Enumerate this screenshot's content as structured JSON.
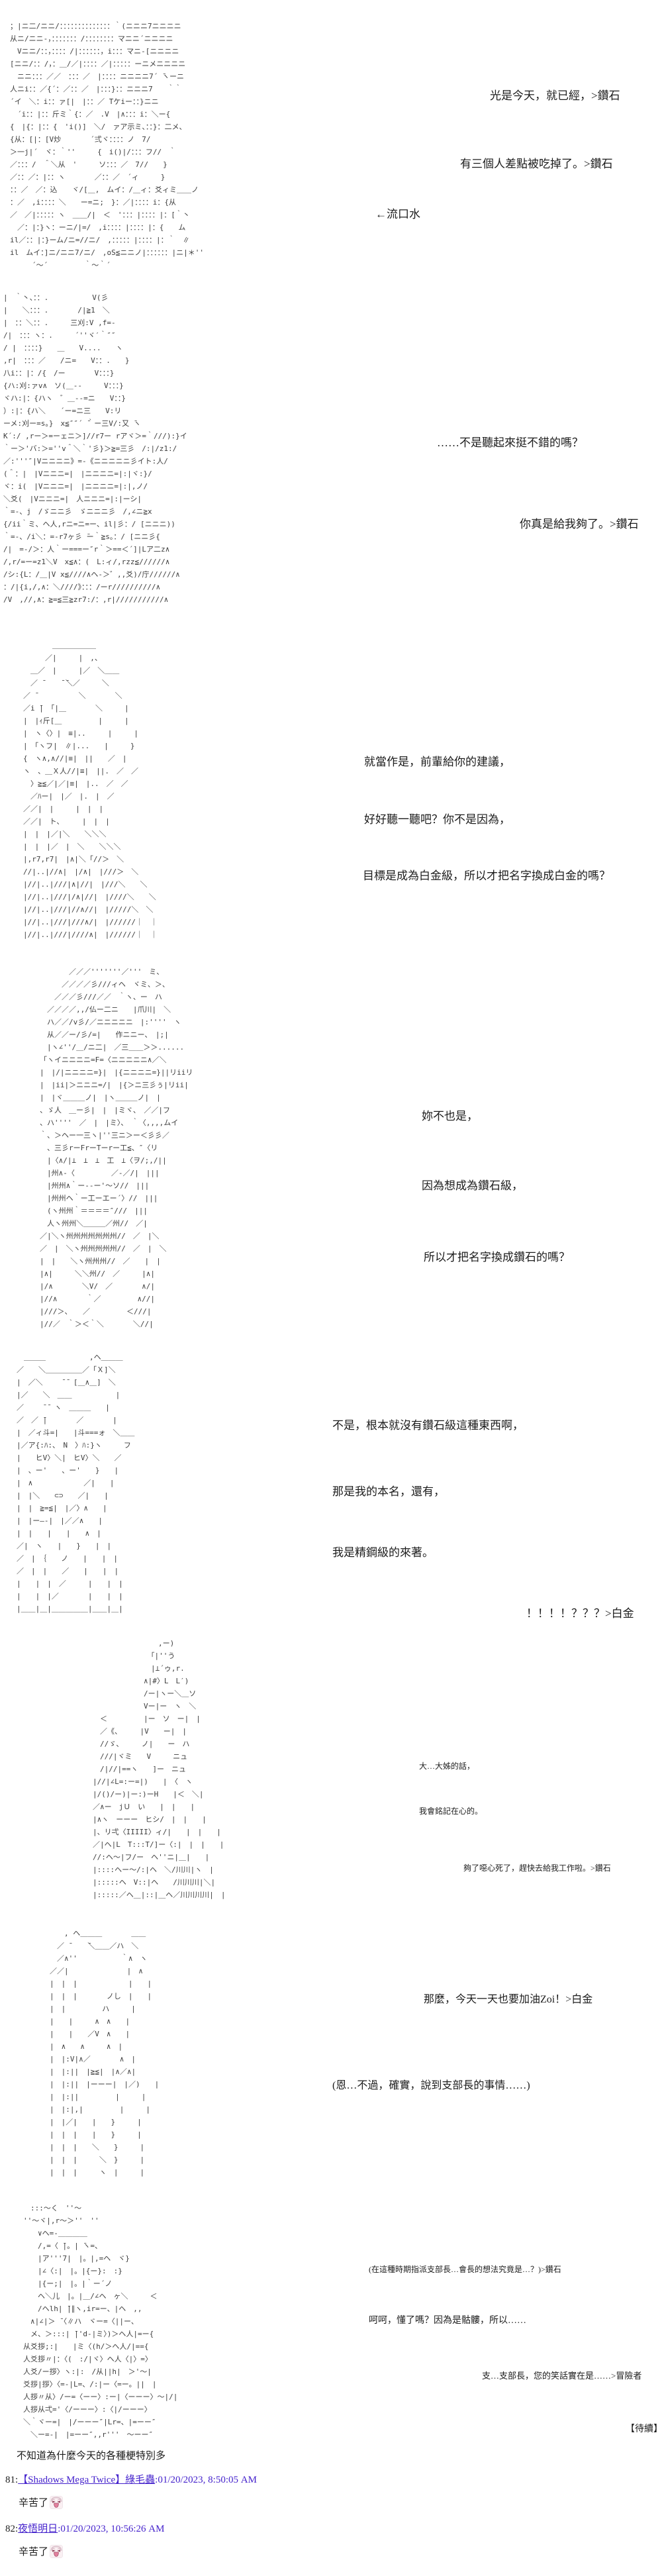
{
  "colors": {
    "text": "#1c1c1c",
    "aa": "#3d3d3d",
    "link": "#4422cc"
  },
  "dialogues": [
    {
      "text": "光是今天，就已經，>鑽石"
    },
    {
      "text": "有三個人差點被吃掉了。>鑽石"
    },
    {
      "text": "←流口水"
    },
    {
      "text": "……不是聽起來挺不錯的嗎？"
    },
    {
      "text": "你真是給我夠了。>鑽石"
    },
    {
      "text": "就當作是，前輩給你的建議，"
    },
    {
      "text": "好好聽一聽吧？你不是因為，"
    },
    {
      "text": "目標是成為白金級，所以才把名字換成白金的嗎？"
    },
    {
      "text": "妳不也是，"
    },
    {
      "text": "因為想成為鑽石級，"
    },
    {
      "text": "所以才把名字換成鑽石的嗎？"
    },
    {
      "text": "不是，根本就沒有鑽石級這種東西啊，"
    },
    {
      "text": "那是我的本名，還有，"
    },
    {
      "text": "我是精鋼級的來著。"
    },
    {
      "text": "！！！！？？？>白金"
    },
    {
      "text": "大…大姊的話，"
    },
    {
      "text": "我會銘記在心的。"
    },
    {
      "text": "夠了噁心死了，趕快去給我工作啦。>鑽石"
    },
    {
      "text": "那麼，今天一天也要加油Zoi！>白金"
    },
    {
      "text": "(恩…不過，確實，說到支部長的事情……)"
    },
    {
      "text": "(在這種時期指派支部長…會長的想法究竟是…？)>鑽石"
    },
    {
      "text": "呵呵，懂了嗎？因為是骷髏，所以……"
    },
    {
      "text": "支…支部長，您的笑話實在是……>冒險者"
    }
  ],
  "footer": {
    "to_be_continued": "【待續】",
    "author_note": "不知道為什麼今天的各種梗特別多"
  },
  "comments": [
    {
      "number": "81:",
      "author": "【Shadows Mega Twice】綠毛蟲",
      "timestamp": ":01/20/2023, 8:50:05 AM",
      "body": "辛苦了",
      "emoji": "crying-face"
    },
    {
      "number": "82:",
      "author": "夜悟明日",
      "timestamp": ":01/20/2023, 10:56:26 AM",
      "body": "辛苦了",
      "emoji": "crying-face"
    }
  ],
  "aa_panels": [
    {
      "alt": "two-adventurers-talking",
      "lines": [
        "；|ニ二/ニニ/：：：：：：：：：：：：：：｀(ニニニ7ニニニニ",
        "从ニ/ニニ-，：：：：：：：/：：：：：：：：マニニ´ニニニニ",
        "　Vニニ/：：，：：：：/|：：：：：：，i：：：マニ-[ニニニニ",
        "[ニニ/：：/，：＿/／|：：：：／|：：：：：ーニメニニニニ",
        "　ニニ：：：／／　：：：／　|：：：：ニニニニ7´ ̄ヽーニ",
        "人ニi：：／{´：／：：／　|：：：}：：ニニニ7　　｀｀",
        "´イ　＼：i：：ァ[|　|：：／ ̄Tケiー：：}ニニ",
        "　´i：：|：：斤ミ｀{：／　.V　|∧：：：i：＼ー{",
        "{　|{：|：：{　'i()]　＼/　ァア示ミ、：：}：二メ、",
        "{从：[|：[V炒　　　　´弍ヾ：：：：ノ　7/",
        "＞一j|´　ヾ：｀''　　　{　i()|/：：：フ//　｀",
        "／：：：/　＾＼从　'　　　ソ：：：／　7//　　}",
        "／：：／：|：：ヽ　　　　／：：／　´ィ　　　}",
        "：：／　／：込　　ヾ/[＿,　ムイ：/＿ィ：爻ィミ＿＿ノ",
        "：／　,i：：：：＼　　ー=ニ;　}：／|：：：：i：{从",
        "／　／|：：：：：ヽ　＿＿/|　＜　'：：：|：：：：|：[｀丶",
        "　／：|：}ヽ：ーニ/|=/　,i：：：：|：：：：|：{　　ム",
        "il／：：|：}ーム/ニ=//ニ/　,：：：：：|：：：：|：｀　∥",
        "il　ムイ：]ニ/ニニ7/ニ/　,oS≦ニニノ|：：：：：：|ニ|＊''",
        "　　　´～´　　　　　｀～｀´"
      ]
    },
    {
      "alt": "close-up-face-scolding",
      "lines": [
        "|　｀丶、：：.　　　　　　V(彡",
        "|　　＼：：：.　　　　/|≧1　＼",
        "|　：：＼：：.　　　三刈:V ,f=-",
        "/|　：：：ヽ：.　　　´''ヾ′｀″″",
        "/ |　：：：：}　　＿　　V....　　ヽ",
        ",r|　：：：／　　/ニ=　　V：：.　　}",
        "八i：：|：/{　/ー　　　　V：：：}",
        "{ハ:刈:ァv∧　ソ(＿-‐　　　V：：：}",
        "ヾハ:|：{ハヽ　゛＿--=ニ　　V：：}",
        "）:|：{ハ＼　　´ー=ニ三　　V:リ",
        "ーメ:刈ー=s。}　x≦″″´ ̄｀ー三V/:又 ̄ヽ",
        "K´:/ ,rー＞=ーェニ＞]//r7ー rアヾ＞=｀///):}イ",
        "｀ー＞'バ:＞=''v＾＼｀'彡}＞≧=三彡　/:|/z1:/",
        "／:'''″|Vニニニニ》=-《ニニニニニ彡イト:人/",
        "(＾：|　|Vニニニ=|　|ニニニニ=|:|ヾ:}/",
        "ヾ：i(　|Vニニニ=|　|ニニニニ=|:|,ノ/",
        "＼爻(　|Vニニニ=|　人ニニニ=|:|ーシ|",
        "｀=-、j　/ゞニニ彡　ゞニニニ彡　/,∠ニ≧x",
        "{/ii｀ミ、ヘ人,rニ=ニ=ー、il|彡：/ [ニニニ))",
        "｀=-、/i＼：=-r7ヶ彡 ̄ー｀≧s。：/ [ニニ彡{",
        "/|　=-/＞：人｀ー===ー″r｀＞==＜´]|Lア二z∧",
        "/,r/=ー=z1＼V　x≦∧：(　L:ィ/,rzz≦//////∧",
        "/シ:{L：/＿|V x≦////∧ヘ-＞゛,,爻)/庁//////∧",
        "：/|{i,/,∧：＼////》：：：/ーr//////////∧",
        "/V　,//,∧：≧=≦三≧zr7:/：,r|///////////∧"
      ]
    },
    {
      "alt": "senpai-with-pointed-hat",
      "lines": [
        "　　　　＿＿＿＿＿＿",
        "　　　／|　　　|　,、",
        "　＿／　|　　　|／　＼＿＿",
        "　／ ̄　　 ̄ ̄＼／　　　＼",
        "／ ̄　　　　　　＼　　　　＼",
        "／i ̄|　「|＿　　　　＼　　　|",
        "|　|ｨ斤[＿　　　　　|　　　|",
        "|　ヽ〈〉|　≡|..　　　|　　　|",
        "|　「ヽフ|　∥|...　　|　　　}",
        "{　ヽ∧,∧//|≡|　||　　／　|",
        "ヽ　、＿Ｘ人//|≡|　||.　／　／",
        "　〉≧≦／|／|≡|　|..　／　／",
        "　／ﾊー|　|／　|.　|　／",
        "／／|　|　　　|　|　|",
        "／／|　ト、　　　|　|　|",
        "|　|　|／|＼　　＼＼＼",
        "|　|　|／　|　＼　　＼＼＼",
        "|,r7,r7|　|∧|＼「//＞　＼",
        "//|..|//∧|　|/∧|　|///＞　＼",
        "|//|..|///|∧|//|　|///＼　　＼",
        "|//|..|///|/∧|//|　|////＼　　＼",
        "|//|..|///|//∧//|　|/////＼　＼",
        "|//|..|///|///∧/|　|//////｜　｜",
        "|//|..|///|////∧|　|//////｜　｜"
      ]
    },
    {
      "alt": "wide-eyed-face-shocked",
      "lines": [
        "　　　　／／／'''''''／'''　ミ、",
        "　　　／／／／彡///ィヘ　ヾミ、＞、",
        "　　／／／彡///／／　｀ヽ、ー　ハ",
        "　／／／／,,/仏ー二ニ　　|爪川|　＼",
        "　ハ／／/v彡/／ニニニニニ　|:''''　ヽ",
        "　从／／ー/彡/=|　　作ニニー、　|;|",
        "　|ヽ∠''/＿/ニ二|　／三＿＿＞＞......",
        "「ヽイニニニニ=F=〈ニニニニニ∧／＼",
        "|　|/|ニニニニ=}|　|{ニニニニ=}||リiiリ",
        "|　|ii|＞ニニニ=/|　|{＞ニ三彡ぅ|リii|",
        "|　|ヾ＿＿＿ノ|　|ヽ＿＿＿ノ|　|",
        "、ゞ人　＿ー彡|　|　|ミヾ、　／／|フ",
        "、ハ''''　／　|　|ミ〉、　｀〈,,,,ムイ",
        "｀、＞ヘー一三ヽ|''三ニ＞ー＜彡彡／",
        "　、三彡rーFrーTーrー工≦、″〈リ",
        "　|〈∧/|⊥　⊥　⊥　工　⊥〈ヲ/;,/||",
        "　|州∧-〈　　　　　／-／/|　|||",
        "　|州州∧｀ー--ー'～ソ//　|||",
        "　|州州ヘ｀ー工ーエー´〉//　|||",
        "　(ヽ州州｀＝＝＝＝″///　|||",
        "　人ヽ州州＼＿＿＿／州//　／|",
        "／|＼ヽ州州州州州州州//　／　|＼",
        "／　|　＼ヽ州州州州州//　／　|　＼",
        "|　|　　＼ヽ州州州//　／　　|　|",
        "|∧|　　　＼＼州//　／　　　|∧|",
        "|/∧　　　　＼V/　／　　　　∧/|",
        "|//∧　　　　｀／　　　　　∧//|",
        "|///＞、　　／　　　　　＜///|",
        "|//／　｀＞＜｀＼　　　　＼//|"
      ]
    },
    {
      "alt": "two-chibi-figures",
      "lines": [
        "　＿＿＿　　　　　　,ヘ＿＿＿",
        "／　　＼＿＿＿＿＿／「Ｘ]＼",
        "|　／＼　　 ̄ ̄　[＿∧＿]　＼",
        "|／　　＼　＿＿　　　　　　|",
        "／　　 ̄ ̄　ヽ　＿＿＿　　|",
        "／　／ ̄|　　　　／　　　　|",
        "|　／ィ斗=|　　|斗===ォ　＼＿＿",
        "|／ア{:ﾊ:、　N　〉ﾊ:}ヽ　　　フ",
        "|　　ヒV〉＼|　ヒV〉＼　　／",
        "|　、ー'　　、ー'　　}　　|",
        "|　∧　　　　　　　／|　　|",
        "|　|＼　　⊂⊃　　／|　　|",
        "|　|　≧=≦|　|／〉∧　　|",
        "|　|ー―‐|　|／／∧　　|",
        "|　|　　|　　|　　∧　|",
        "／|　ヽ　　|　　}　　|　|",
        "／　|　｛　　ノ　　|　　|　|",
        "／　|　|　　／　　|　　|　|",
        "|　　|　|　／　　　|　　|　|",
        "|　　|　|／　　　　|　　|　|",
        "|＿＿|＿|＿＿＿＿＿|＿＿|＿|"
      ]
    },
    {
      "alt": "figure-raising-fist",
      "lines": [
        "　　　　　　　　　,ー)",
        "　　　　　　　　「|''う",
        "　　　　　　　　|⊥´ゥ,r.",
        "　　　　　　　∧|#〉L　L′)",
        "　　　　　　　/ー|ヽー＼＿ソ",
        "　　　　　　　Vー|ー　ヽ　＼",
        "　＜　　　　　|ー　ソ　ー|　|",
        "　／《、　　　|V　　ー|　|",
        "　//ゞ、　　　ノ|　　ー　ハ",
        "　///|ヾミ　　V　　　ニュ",
        "　/|//|==ヽ　　]ー　ニュ",
        "|//|∠L=:ー=|)　　|　〈　ヽ",
        "|/()/ー)|ー:)ーH　　|＜　＼|",
        "／∧ー　jＵ　い　　|　|　　|",
        "|∧ヽ　ーーー　ヒシ/　|　|　　|",
        "|、リ弌〈IIIII〉ィ/|　　|　|　　|",
        "／|ヘ|L　T:::T/]ー〈:|　|　|　　|",
        "//:ヘ～|フ/ー　ヘ''ニ|＿|　　|",
        "|::::ヘー～/:|ヘ　＼/川川|ヽ　|",
        "|:::::ヘ　V::|ヘ　　/川川川|＼|",
        "|:::::／ヘ＿|::|＿ヘ／川川川川|　|"
      ]
    },
    {
      "alt": "hooded-figure-with-ears",
      "lines": [
        "　　, ヘ＿＿＿　　　　＿＿",
        "　／ ̄　　 ̄＼＿＿／ハ　＼",
        "　／∧''　　　　　　｀∧　ヽ",
        "／／|　　　　　　　　|　∧",
        "|　|　|　　　　　　　|　　|",
        "|　|　|　　　　ノし　|　　|",
        "|　|　　　　　ハ　　　|",
        "|　　|　　　∧　∧　　|",
        "|　　|　　／V　∧　　|",
        "|　∧　　∧　　　∧　|",
        "|　|:V|∧／　　　　∧　|",
        "|　|:||　|≧≦|　|∧／∧|",
        "|　|:||　|ーーー|　|／)　　|",
        "|　|:||　　　　　|　　　|",
        "|　|:|,|　　　　　|　　　|",
        "|　|／|　　|　　}　　　|",
        "|　|　|　　|　　}　　　|",
        "|　|　|　　＼　　}　　　|",
        "|　|　|　　　＼　}　　　|",
        "|　|　|　　　ヽ　|　　　|"
      ]
    },
    {
      "alt": "skeleton-branch-chief",
      "lines": [
        "　:::～く　''～",
        "''～ヾ|,r～＞''　''",
        "　　∨ヘ=-＿＿＿＿",
        "　　/,=〈 ̄|。| ̄ヽ=、",
        "　　|ア'''7|　|。|,=ヘ　ヾ}",
        "　　|∠〈:|　|。|{ー}:　:}",
        "　　|{ー;|　|。|｀ー´ノ",
        "　　ヘ＼儿　|。|＿/∠ヘ　ヶ＼　　　＜",
        "　　/ヘlh| ̄|∥ヽ,ir=ー、|ヘ　,,",
        "　∧|∠|＞ ̄〈∥ハ　ヾー=〈||ー、",
        "　メ、＞:::| ̄|'d-|ミ〉)＞ヘ人|=ー{",
        "从爻拶;:|　　|ミ〈(h/＞ヘ人/|=={",
        "人爻拶〃|：〈(　:/|ヾ〉ヘ人〈|〉=〉",
        "人爻/ー拶〉ヽ:|:　/从||h|　＞'～|",
        "爻拶|拶〉〈=-|L=、/:|ー〈=ー。||　|",
        "人拶〃从〉/ー=〈ーー〉:ー|〈ーーー〉～|/|",
        "人拶从弌='〈/ーーー〉:〈|/ーーー〉",
        "＼｀ヾー=|　|/ーーー″|Lr=、|=ーー″",
        "　＼ー=-|　|=ーー″,,r'''　～ーー″"
      ]
    }
  ]
}
